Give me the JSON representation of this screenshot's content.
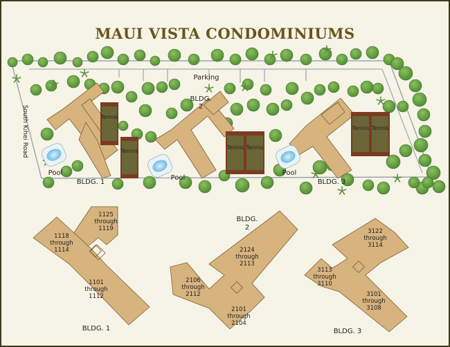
{
  "title": "MAUI VISTA CONDOMINIUMS",
  "site_plan": {
    "road": "South Kihei Road",
    "parking": "Parking",
    "buildings": {
      "b1": "BLDG. 1",
      "b2_line1": "BLDG.",
      "b2_line2": "2",
      "b3": "BLDG. 3"
    },
    "pools": [
      "Pool",
      "Pool",
      "Pool"
    ],
    "tennis": [
      "Tennis",
      "Tennis",
      "Tennis",
      "Tennis",
      "Tennis",
      "Tennis"
    ]
  },
  "building_1": {
    "label": "BLDG. 1",
    "units": [
      {
        "first": "1125",
        "through": "through",
        "last": "1119"
      },
      {
        "first": "1118",
        "through": "through",
        "last": "1114"
      },
      {
        "first": "1101",
        "through": "through",
        "last": "1112"
      }
    ]
  },
  "building_2": {
    "label_line1": "BLDG.",
    "label_line2": "2",
    "units": [
      {
        "first": "2124",
        "through": "through",
        "last": "2113"
      },
      {
        "first": "2106",
        "through": "through",
        "last": "2112"
      },
      {
        "first": "2101",
        "through": "through",
        "last": "2104"
      }
    ]
  },
  "building_3": {
    "label": "BLDG. 3",
    "units": [
      {
        "first": "3122",
        "through": "through",
        "last": "3114"
      },
      {
        "first": "3113",
        "through": "through",
        "last": "3110"
      },
      {
        "first": "3101",
        "through": "through",
        "last": "3108"
      }
    ]
  },
  "colors": {
    "frame": "#3c3a1b",
    "background": "#f6f3e7",
    "title": "#6a5418",
    "building": "#d7b37e",
    "building_outline": "#7b5e33",
    "tennis_court": "#6b6637",
    "court_trim": "#7a3b22",
    "tree": "#5b8f3c",
    "pool": "#7cc0e6",
    "road_line": "#8a9aa4"
  }
}
